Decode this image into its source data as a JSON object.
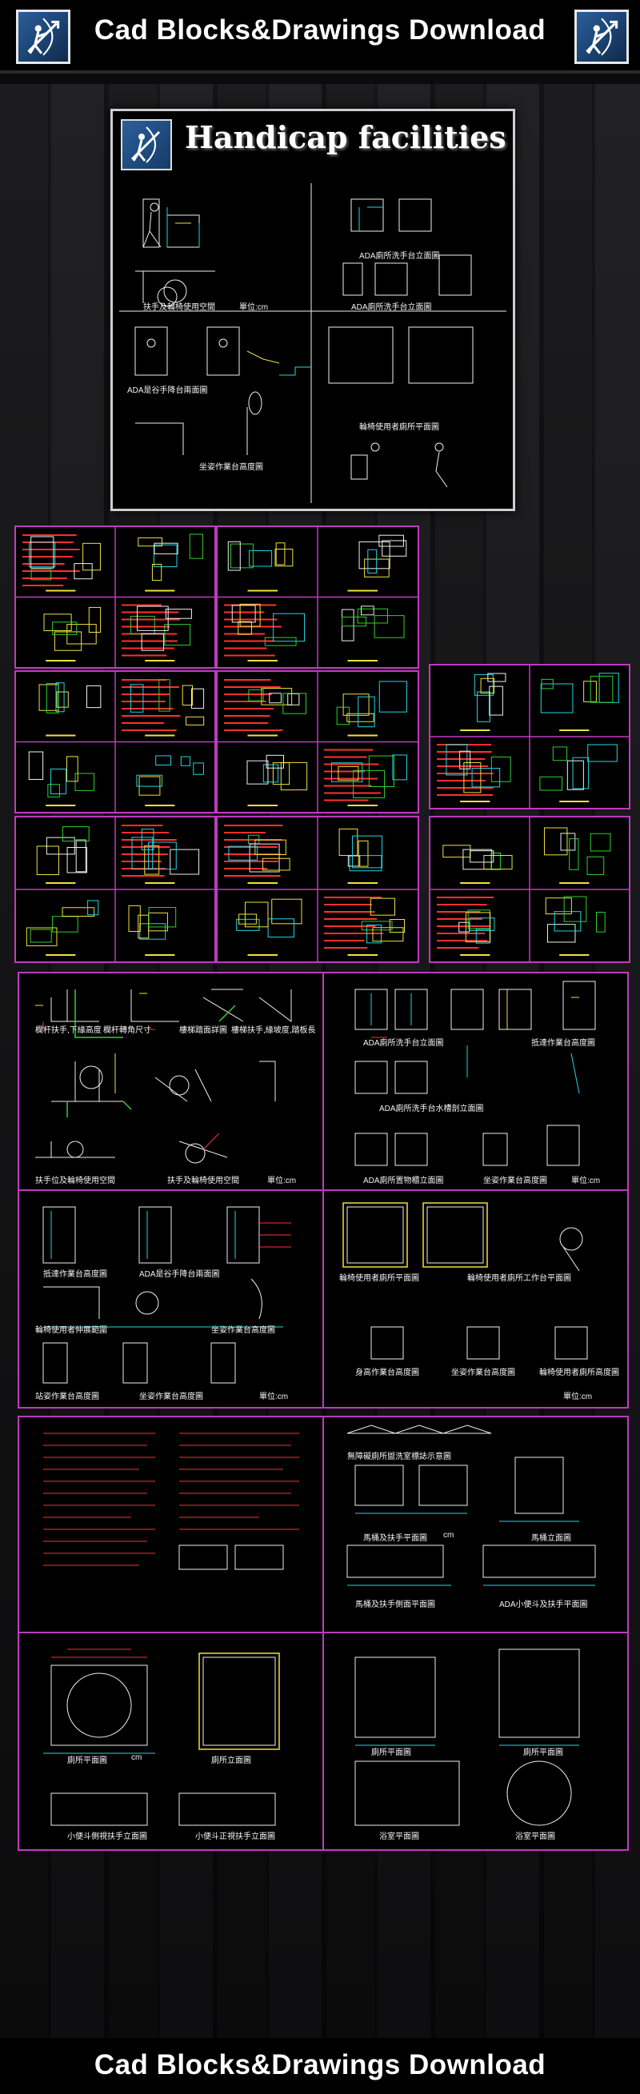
{
  "header": {
    "title": "Cad Blocks&Drawings Download",
    "logo_icon": "archer-logo-icon"
  },
  "footer": {
    "title": "Cad Blocks&Drawings Download"
  },
  "hero": {
    "title": "Handicap facilities",
    "captions": {
      "c1": "ADA廁所洗手台立面圖",
      "c2": "扶手及輪椅使用空間",
      "c3": "單位:cm",
      "c4": "ADA廁所洗手台立面圖",
      "c5": "ADA是谷手降台兩面圖",
      "c6": "輪椅使用者廁所平面圖",
      "c7": "坐姿作業台高度圖"
    }
  },
  "detail1": {
    "captions": {
      "a1": "欄杆扶手,下緣高度",
      "a2": "欄杆轉角尺寸",
      "a3": "樓梯踏面詳圖",
      "a4": "樓梯扶手,緣坡度,踏板長",
      "a5": "ADA廁所洗手台立面圖",
      "a6": "抵達作業台高度圖",
      "a7": "ADA廁所洗手台水槽剖立面圖",
      "a8": "扶手位及輪椅使用空間",
      "a9": "扶手及輪椅使用空間",
      "a10": "ADA廁所置物櫃立面圖",
      "a11": "坐姿作業台高度圖",
      "unit": "單位:cm"
    }
  },
  "detail2": {
    "captions": {
      "b1": "抵達作業台高度圖",
      "b2": "ADA是谷手降台兩面圖",
      "b3": "輪椅使用者伸展範圍",
      "b4": "坐姿作業台高度圖",
      "b5": "輪椅使用者廁所平面圖",
      "b6": "輪椅使用者廁所工作台平面圖",
      "b7": "站姿作業台高度圖",
      "b8": "坐姿作業台高度圖",
      "b9": "身高作業台高度圖",
      "b10": "坐姿作業台高度圖",
      "b11": "輪椅使用者廁所高度圖",
      "unit": "單位:cm"
    }
  },
  "detail3": {
    "captions": {
      "d1": "無障礙廁所盥洗室標誌示意圖",
      "d2": "馬桶及扶手平面圖",
      "d3": "馬桶立面圖",
      "d4": "馬桶及扶手側面平面圖",
      "d5": "ADA小便斗及扶手平面圖",
      "unit": "cm"
    }
  },
  "detail4": {
    "captions": {
      "e1": "廁所平面圖",
      "e2": "廁所立面圖",
      "e3": "小便斗側視扶手立面圖",
      "e4": "小便斗正視扶手立面圖",
      "e5": "廁所平面圖",
      "e6": "廁所平面圖",
      "e7": "浴室平面圖",
      "e8": "浴室平面圖",
      "unit": "cm"
    }
  },
  "colors": {
    "border": "#c03ac0",
    "line_white": "#f0f0f0",
    "line_cyan": "#22d6e0",
    "line_yellow": "#f0e040",
    "line_green": "#30d030",
    "line_red": "#ff3030"
  }
}
